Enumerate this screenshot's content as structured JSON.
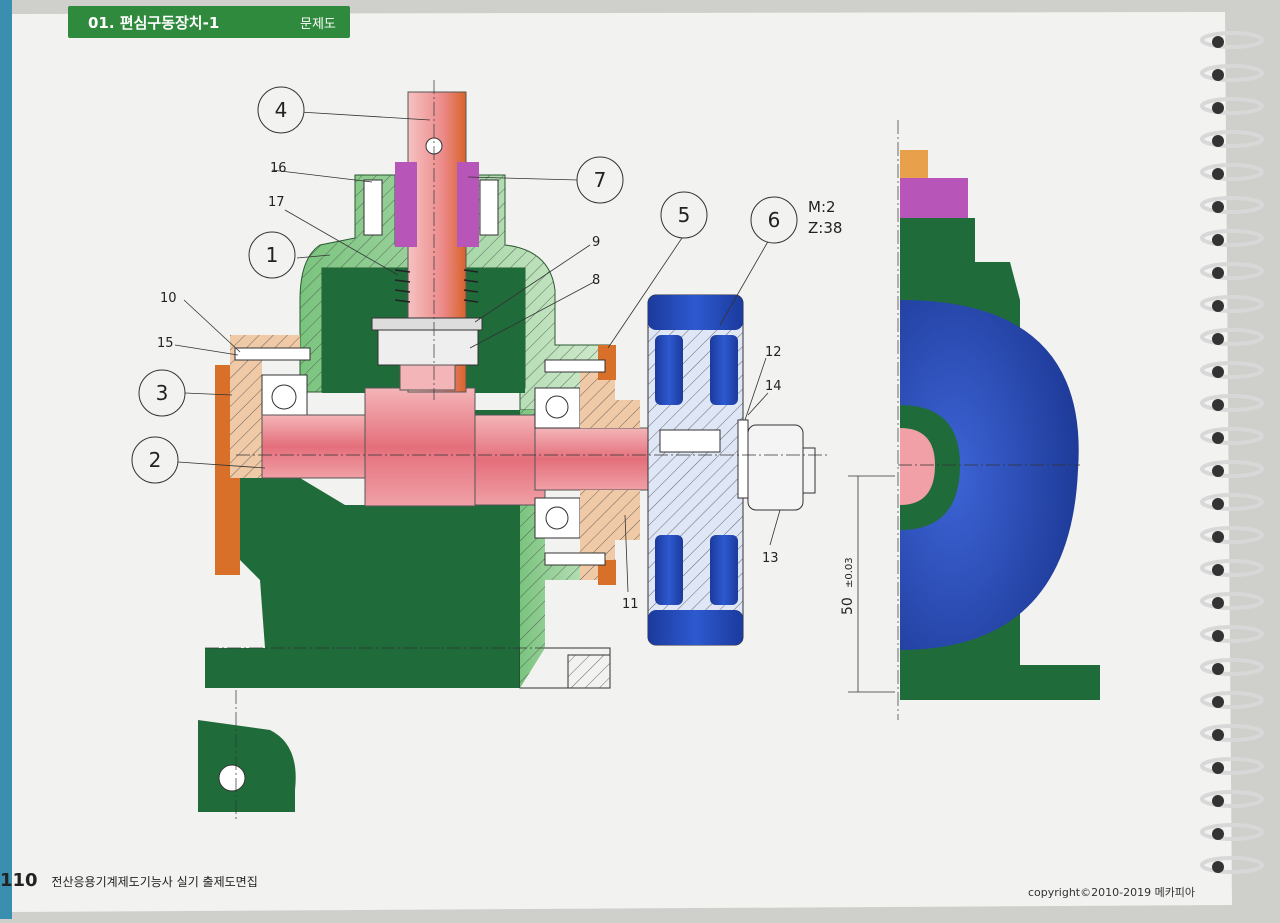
{
  "header": {
    "title": "01. 편심구동장치-1",
    "subtitle": "문제도"
  },
  "callouts": {
    "c1": "1",
    "c2": "2",
    "c3": "3",
    "c4": "4",
    "c5": "5",
    "c6": "6",
    "c7": "7"
  },
  "labels": {
    "l8": "8",
    "l9": "9",
    "l10": "10",
    "l11": "11",
    "l12": "12",
    "l13": "13",
    "l14": "14",
    "l15": "15",
    "l16": "16",
    "l17": "17"
  },
  "gear_spec": {
    "module": "M:2",
    "teeth": "Z:38"
  },
  "dimension": "50",
  "tolerance": "±0.03",
  "footer": {
    "page_number": "110",
    "book_title": "전산응용기계제도기능사 실기 출제도면집",
    "copyright": "copyright©2010-2019 메카피아"
  },
  "colors": {
    "housing_green": "#1f6b3a",
    "shaft_pink": "#e8848c",
    "cover_orange": "#d8702a",
    "gear_blue": "#2346a8",
    "collar_magenta": "#b855b8"
  }
}
